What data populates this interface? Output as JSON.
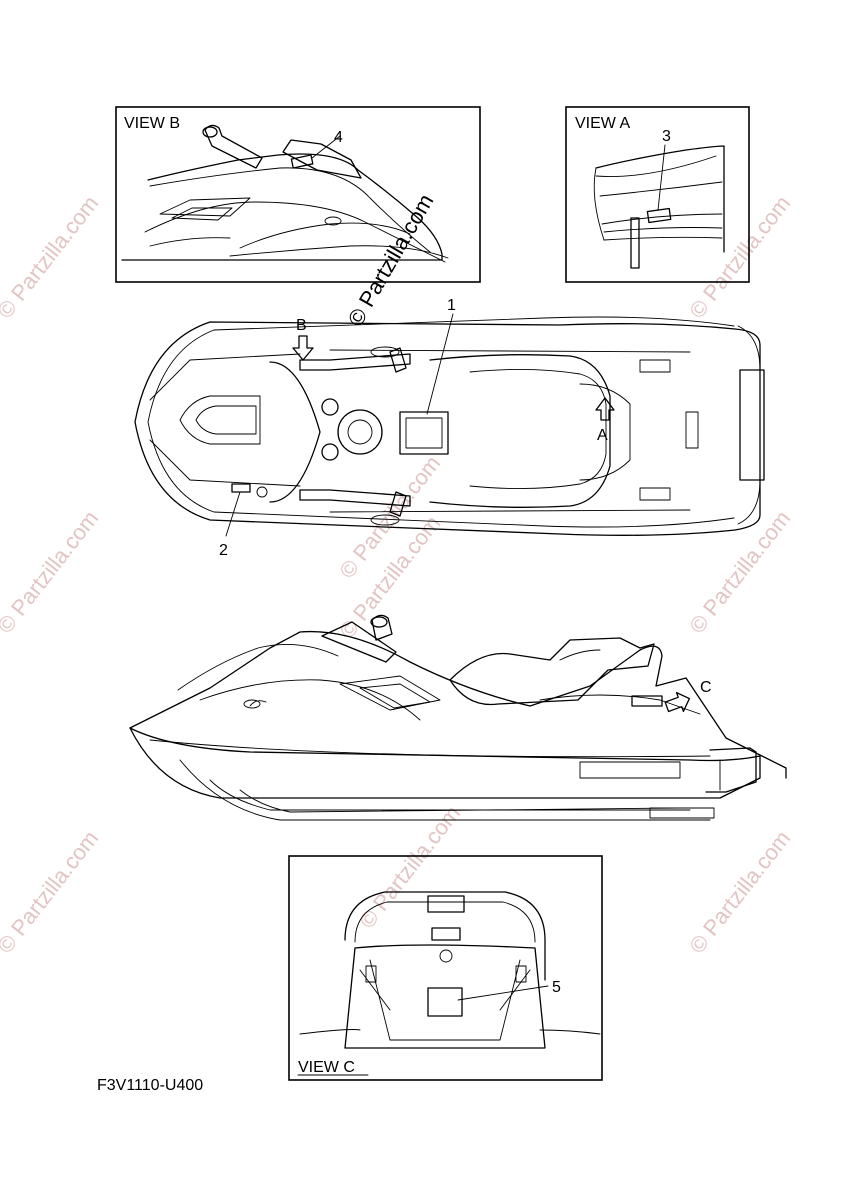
{
  "watermark": {
    "text": "© Partzilla.com",
    "color": "#e3c4c4"
  },
  "views": {
    "view_b": "VIEW B",
    "view_a": "VIEW A",
    "view_c": "VIEW C"
  },
  "callouts": {
    "c1": "1",
    "c2": "2",
    "c3": "3",
    "c4": "4",
    "c5": "5"
  },
  "arrows": {
    "a": "A",
    "b": "B",
    "c": "C"
  },
  "figure_code": "F3V1110-U400"
}
